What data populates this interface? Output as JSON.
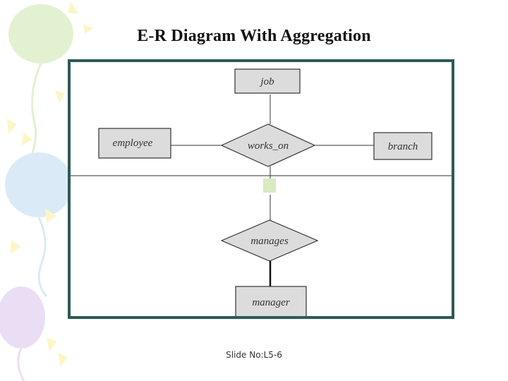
{
  "slide": {
    "title": "E-R Diagram With Aggregation",
    "footer": "Slide No:L5-6"
  },
  "diagram": {
    "entities": {
      "job": "job",
      "employee": "employee",
      "branch": "branch",
      "manager": "manager"
    },
    "relationships": {
      "works_on": "works_on",
      "manages": "manages"
    }
  },
  "colors": {
    "frame_border": "#2d5a56",
    "shape_fill": "#dcdcdc",
    "connector_fill": "#d7eac2"
  }
}
